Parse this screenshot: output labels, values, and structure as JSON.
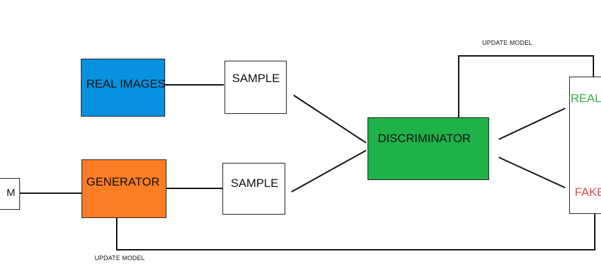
{
  "nodes": {
    "noise_input": {
      "label": "M"
    },
    "real_images": {
      "label": "REAL IMAGES",
      "fill": "#0791e0"
    },
    "sample_real": {
      "label": "SAMPLE"
    },
    "generator": {
      "label": "GENERATOR",
      "fill": "#fb7d25"
    },
    "sample_fake": {
      "label": "SAMPLE"
    },
    "discriminator": {
      "label": "DISCRIMINATOR",
      "fill": "#1fb249"
    },
    "output": {
      "real_label": "REAL",
      "fake_label": "FAKE",
      "real_color": "#33b24a",
      "fake_color": "#e7474b"
    }
  },
  "edges": {
    "update_model_top": "UPDATE MODEL",
    "update_model_bottom": "UPDATE MODEL"
  }
}
